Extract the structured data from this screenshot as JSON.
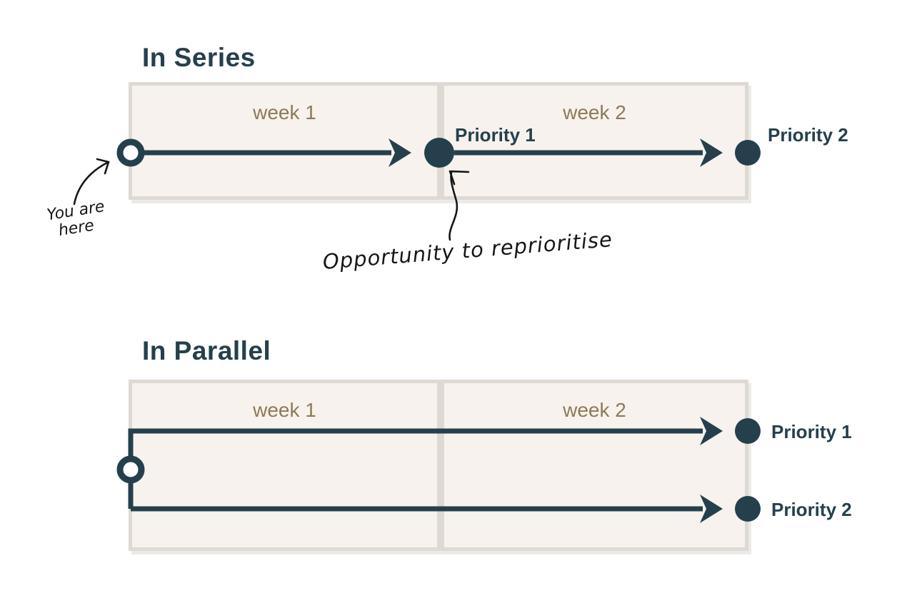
{
  "colors": {
    "ink": "#25404c",
    "box_fill": "#f7f2ed",
    "box_border": "#ded9d3",
    "week_text": "#8d7a58",
    "annotation_ink": "#15171a",
    "background": "#ffffff"
  },
  "series": {
    "title": "In Series",
    "week1_label": "week 1",
    "week2_label": "week 2",
    "priority1_label": "Priority 1",
    "priority2_label": "Priority 2",
    "you_are_here_line1": "You are",
    "you_are_here_line2": "here",
    "reprioritise_note": "Opportunity to reprioritise"
  },
  "parallel": {
    "title": "In Parallel",
    "week1_label": "week 1",
    "week2_label": "week 2",
    "priority1_label": "Priority 1",
    "priority2_label": "Priority 2"
  }
}
